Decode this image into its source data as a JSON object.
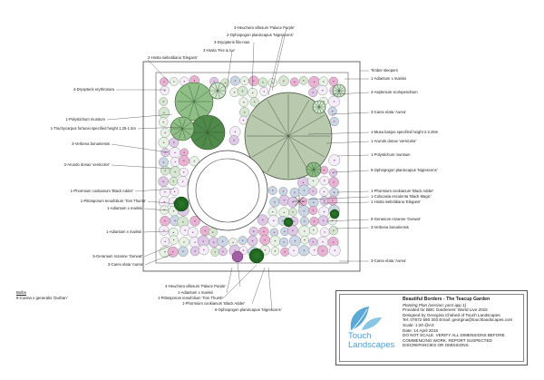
{
  "labels_top": [
    "3-Heuchera villosum 'Palace Purple'",
    "2-Ophiopogon planiscapus 'Nigrescens'",
    "3-Dryopteris filix-mas",
    "3-Hosta 'Fire & Ice'",
    "2-Hosta sieboldiana 'Elegans'"
  ],
  "labels_left": [
    "4-Dryopteris erythrosora",
    "1-Polystichum munitum",
    "1-Trachycarpus fortunei specified height 1.25-1.5m",
    "3-Verbena bonariensis",
    "3-Arundo donax 'versicolor'",
    "1-Phormium cookianum 'Black Adder'",
    "1-Pittosporum tenuifolium 'Tom Thumb'",
    "1-Adiantum x mairisii",
    "1-Adiantum x mairisii",
    "5-Geranium rozanne 'Gerwat'",
    "3-Carex elata 'Aurea'"
  ],
  "labels_right": [
    "Timber sleepers",
    "1-Adiantum x mairisii",
    "4-Asplenium scolopendrium",
    "3-Carex elata 'Aurea'",
    "1-Musa basjoo specified height 2-2.25m",
    "1-Arundo donax 'versicolor'",
    "1-Polystichum munitum",
    "6-Ophiopogon planiscapus 'Nigrescens'",
    "1-Phormium cookianum 'Black Adder'",
    "1-Colocasia esculenta 'Black Magic'",
    "1-Hosta sieboldiana 'Elegans'",
    "5-Geranium rozanne 'Gerwat'",
    "3-Verbena bonariensis",
    "3-Carex elata 'Aurea'"
  ],
  "labels_bottom": [
    "4-Heuchera villosum 'Palace Purple'",
    "1-Adiantum x mairisii",
    "1-Pittosporum tenuifolium 'Tom Thumb'",
    "1-Phormium cookianum 'Black Adder'",
    "6-Ophiopogon planiscapus 'Nigrescens'"
  ],
  "bulbs": {
    "heading": "Bulbs",
    "item": "9-Canna x generalis 'Durban'"
  },
  "title_block": {
    "logo_line1": "Touch",
    "logo_line2": "Landscapes",
    "title": "Beautiful Borders - The Teacup Garden",
    "subtitle": "Planting Plan (version: post app 1)",
    "line1": "Provided for BBC Gardeners' World Live 2015",
    "line2": "Designed by Georgina Chahed of Touch Landscapes",
    "line3": "Tel: 07872 590 303 Email: georgina@touchlandscapes.com",
    "line4": "Scale: 1:20 @A3",
    "line5": "Date: 14 April 2015",
    "warning": "DO NOT SCALE. VERIFY ALL DIMENSIONS BEFORE COMMENCING WORK. REPORT SUSPECTED DISCREPANCIES OR OMISSIONS"
  },
  "colors": {
    "fern_dark": "#4f8a4a",
    "fern_mid": "#8fbf86",
    "musa": "#b9c9ae",
    "lilac": "#ddc9e6",
    "pink": "#e8b3d2",
    "pale_green": "#d3e8cf",
    "blue_grey": "#c9d6e3",
    "dark_green": "#2f7a2f",
    "logo_blue": "#4a9fd0"
  }
}
